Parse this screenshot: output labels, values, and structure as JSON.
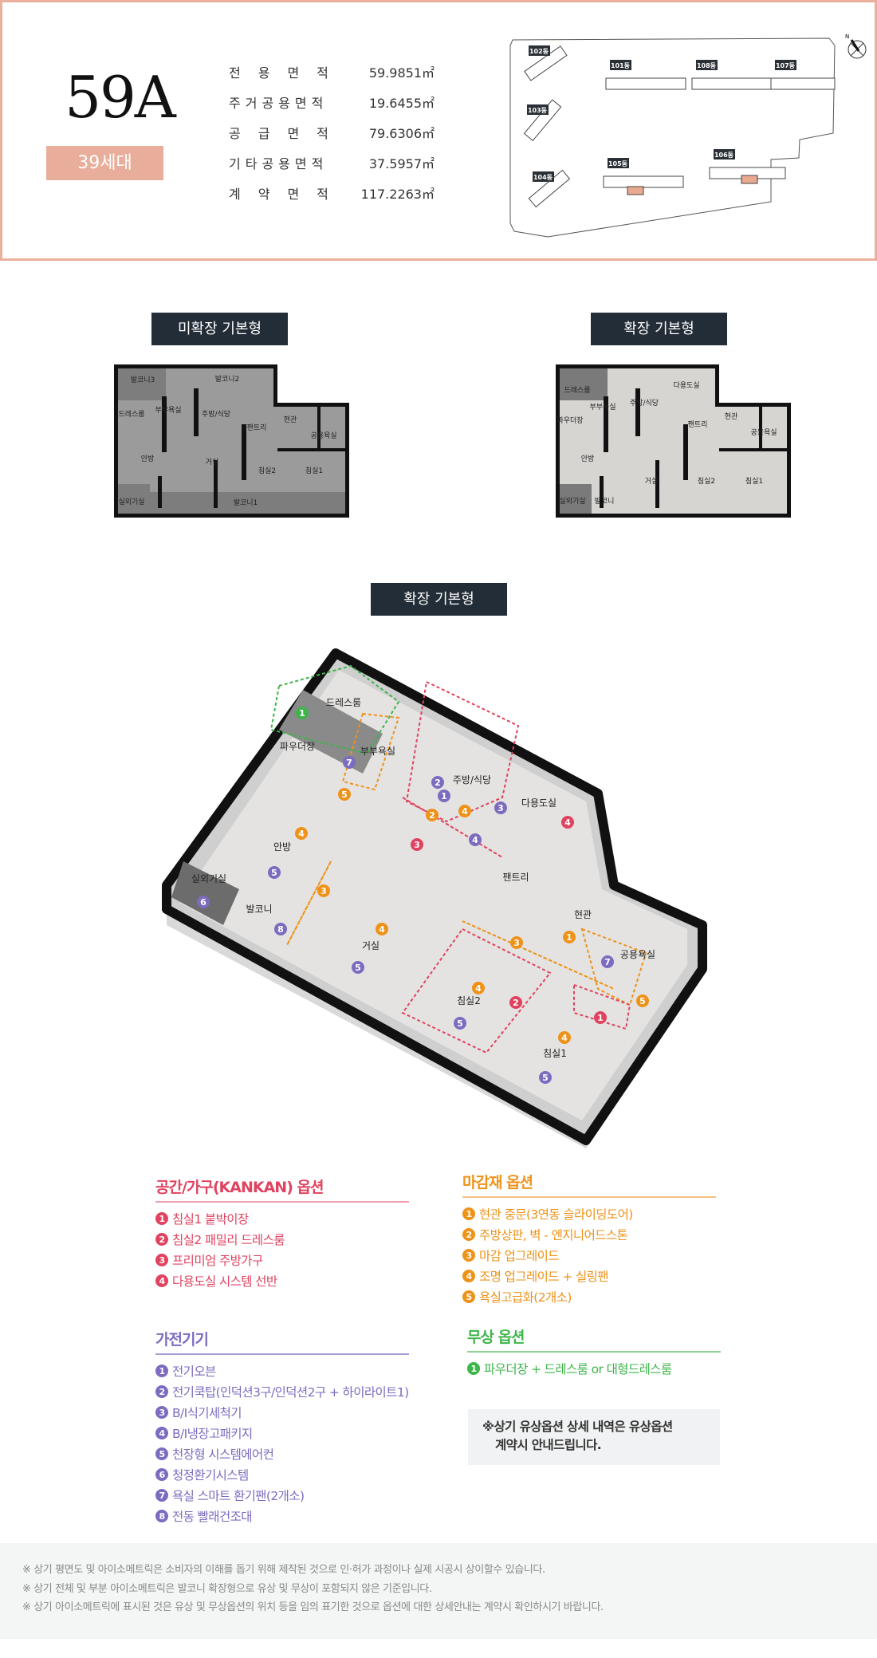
{
  "unit": {
    "type": "59A",
    "households": "39세대"
  },
  "areas": [
    {
      "label": "전용면적",
      "value": "59.9851㎡"
    },
    {
      "label": "주거공용면적",
      "value": "19.6455㎡"
    },
    {
      "label": "공급면적",
      "value": "79.6306㎡"
    },
    {
      "label": "기타공용면적",
      "value": "37.5957㎡"
    },
    {
      "label": "계약면적",
      "value": "117.2263㎡"
    }
  ],
  "site_map": {
    "buildings": [
      "102동",
      "101동",
      "108동",
      "107동",
      "103동",
      "104동",
      "105동",
      "106동"
    ],
    "compass": "N",
    "highlight_color": "#e9a98f"
  },
  "plans": {
    "unexpanded": {
      "label": "미확장 기본형",
      "rooms": [
        "발코니3",
        "발코니2",
        "드레스룸",
        "부부욕실",
        "주방/식당",
        "현관",
        "팬트리",
        "공용욕실",
        "안방",
        "거실",
        "침실2",
        "침실1",
        "실외기실",
        "발코니1"
      ]
    },
    "expanded": {
      "label": "확장 기본형",
      "rooms": [
        "드레스룸",
        "다용도실",
        "부부욕실",
        "주방/식당",
        "파우더장",
        "현관",
        "팬트리",
        "공용욕실",
        "안방",
        "거실",
        "침실2",
        "침실1",
        "실외기실",
        "발코니"
      ]
    },
    "isometric": {
      "label": "확장 기본형",
      "rooms": [
        "드레스룸",
        "파우더장",
        "부부욕실",
        "주방/식당",
        "다용도실",
        "안방",
        "실외기실",
        "발코니",
        "팬트리",
        "현관",
        "공용욕실",
        "거실",
        "침실2",
        "침실1"
      ]
    }
  },
  "options": {
    "kankan": {
      "title": "공간/가구(KANKAN) 옵션",
      "color": "#e0435f",
      "items": [
        "침실1 붙박이장",
        "침실2 패밀리 드레스룸",
        "프리미엄 주방가구",
        "다용도실 시스템 선반"
      ]
    },
    "finish": {
      "title": "마감재 옵션",
      "color": "#ee9218",
      "items": [
        "현관 중문(3연동 슬라이딩도어)",
        "주방상판, 벽 - 엔지니어드스톤",
        "마감 업그레이드",
        "조명 업그레이드 + 실링팬",
        "욕실고급화(2개소)"
      ]
    },
    "appliance": {
      "title": "가전기기",
      "color": "#7d6bc0",
      "items": [
        "전기오븐",
        "전기쿡탑(인덕션3구/인덕션2구 + 하이라이트1)",
        "B/I식기세척기",
        "B/I냉장고패키지",
        "천장형 시스템에어컨",
        "청정환기시스템",
        "욕실 스마트 환기팬(2개소)",
        "전동 빨래건조대"
      ]
    },
    "free": {
      "title": "무상 옵션",
      "color": "#3db54a",
      "items": [
        "파우더장 + 드레스룸 or 대형드레스룸"
      ]
    }
  },
  "note": [
    "※상기 유상옵션 상세 내역은 유상옵션",
    "계약시 안내드립니다."
  ],
  "footer": [
    "※ 상기 평면도 및 아이소메트릭은 소비자의 이해를 돕기 위해 제작된 것으로 인·허가 과정이나 실제 시공시 상이할수 있습니다.",
    "※ 상기 전체 및 부분 아이소메트릭은 발코니 확장형으로 유상 및 무상이 포함되지 않은 기준입니다.",
    "※ 상기 아이소메트릭에 표시된 것은 유상 및 무상옵션의 위치 등을 임의 표기한 것으로 옵션에 대한 상세안내는 계약시 확인하시기 바랍니다."
  ]
}
